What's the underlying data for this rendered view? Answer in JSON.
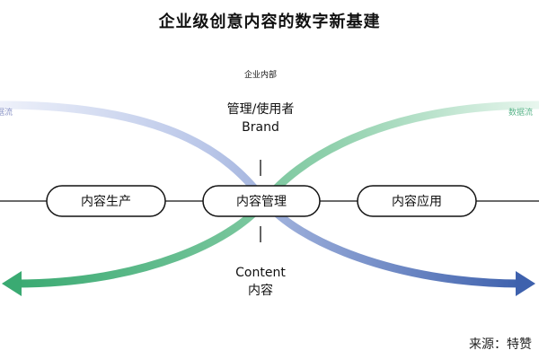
{
  "title": "企业级创意内容的数字新基建",
  "scope_label": "企业内部",
  "top_label": {
    "line1": "管理/使用者",
    "line2": "Brand"
  },
  "bottom_label": {
    "line1": "Content",
    "line2": "内容"
  },
  "left_stream_label": "数据流",
  "right_stream_label": "数据流",
  "nodes": [
    {
      "label": "内容生产"
    },
    {
      "label": "内容管理"
    },
    {
      "label": "内容应用"
    }
  ],
  "source": "来源：特赞",
  "colors": {
    "blue": "#3e61ad",
    "blue_light": "#dfe5f6",
    "green": "#3aaa72",
    "green_light": "#d9efe3",
    "line": "#111111"
  }
}
